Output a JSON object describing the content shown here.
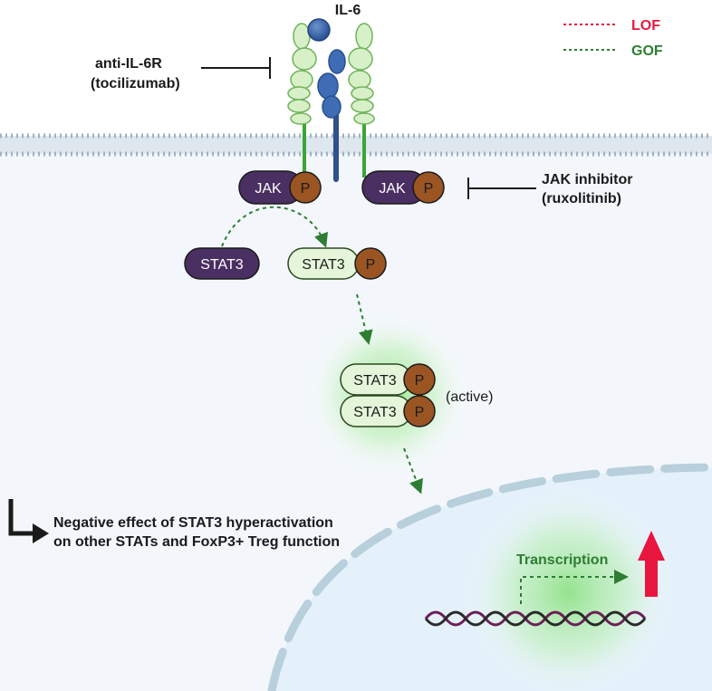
{
  "ligand": {
    "label": "IL-6"
  },
  "legend": {
    "items": [
      {
        "label": "LOF",
        "color": "#e8163f"
      },
      {
        "label": "GOF",
        "color": "#2e7d32"
      }
    ]
  },
  "antibody": {
    "line1": "anti-IL-6R",
    "line2": "(tocilizumab)"
  },
  "jak_inhibitor": {
    "line1": "JAK inhibitor",
    "line2": "(ruxolitinib)"
  },
  "kinases": {
    "jak": "JAK",
    "phospho": "P"
  },
  "stat": {
    "label": "STAT3",
    "phospho": "P",
    "dimer_state": "(active)"
  },
  "effect_note": {
    "line1": "Negative effect of STAT3 hyperactivation",
    "line2": "on other STATs and FoxP3+ Treg function"
  },
  "nucleus": {
    "transcription_label": "Transcription"
  },
  "colors": {
    "jak_fill": "#4a2f62",
    "phospho_fill": "#9a5523",
    "stat_active_fill": "#e4f5d9",
    "stat_active_stroke": "#2b4a1f",
    "receptor_green": "#a9e08a",
    "gp130_blue": "#2f5d9e",
    "arrow_green": "#2e7d32",
    "upregulation_red": "#e8163f",
    "dna_purple": "#6c1f58"
  }
}
